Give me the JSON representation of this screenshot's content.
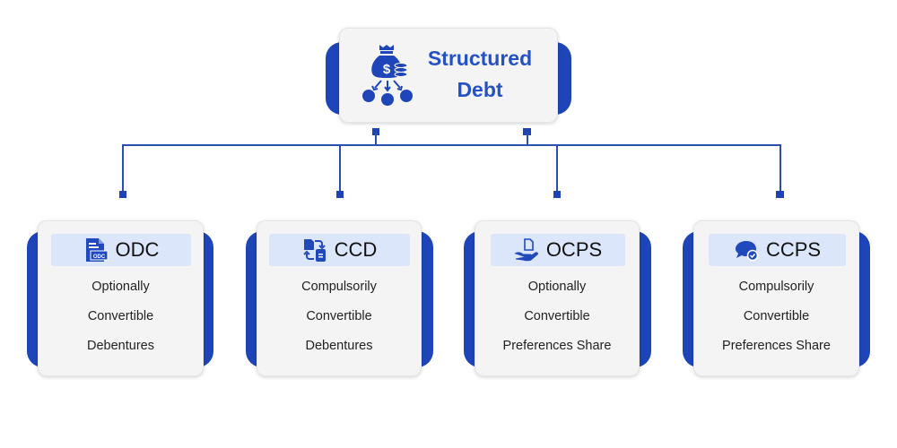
{
  "root": {
    "title_line1": "Structured",
    "title_line2": "Debt",
    "icon": "money-bag-distribution-icon"
  },
  "colors": {
    "accent": "#1e45b8",
    "title_text": "#2452c4",
    "header_bg": "#dce6fb",
    "card_bg": "#f4f4f5"
  },
  "children": [
    {
      "abbr": "ODC",
      "icon": "document-odc-icon",
      "lines": [
        "Optionally",
        "Convertible",
        "Debentures"
      ]
    },
    {
      "abbr": "CCD",
      "icon": "document-exchange-icon",
      "lines": [
        "Compulsorily",
        "Convertible",
        "Debentures"
      ]
    },
    {
      "abbr": "OCPS",
      "icon": "hand-document-icon",
      "lines": [
        "Optionally",
        "Convertible",
        "Preferences Share"
      ]
    },
    {
      "abbr": "CCPS",
      "icon": "chat-check-icon",
      "lines": [
        "Compulsorily",
        "Convertible",
        "Preferences Share"
      ]
    }
  ]
}
